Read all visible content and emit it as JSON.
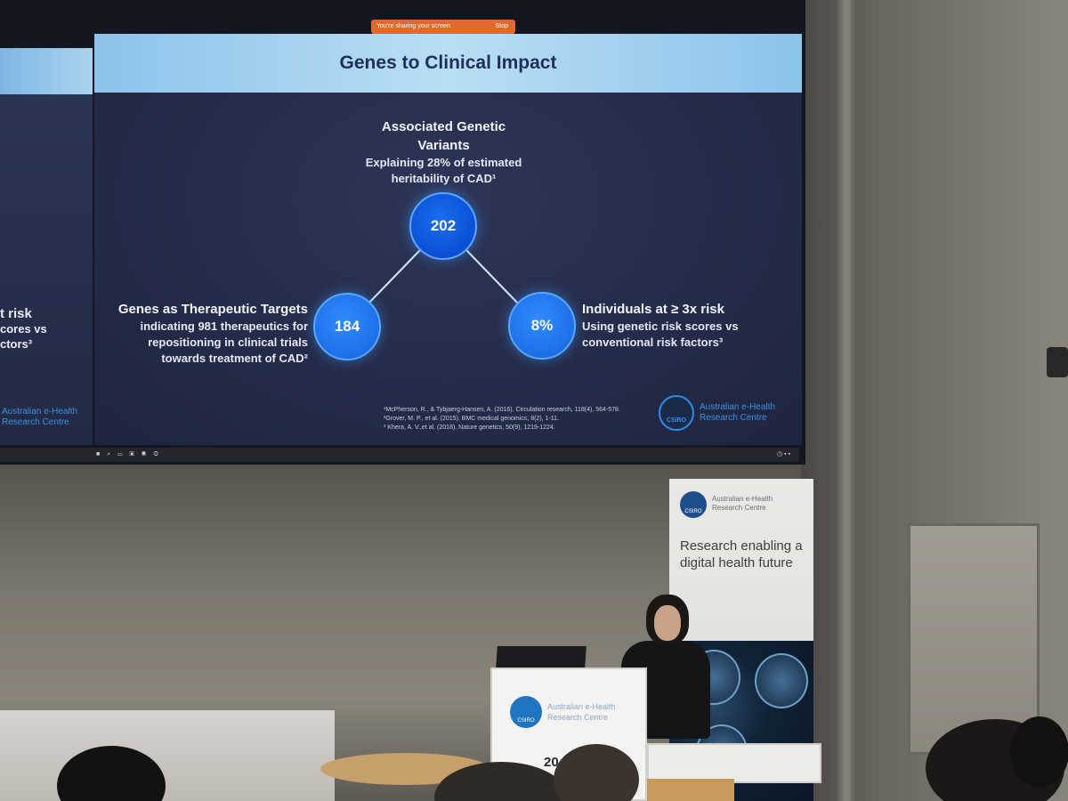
{
  "screen_share_bar": {
    "message": "You're sharing your screen",
    "stop_label": "Stop"
  },
  "previous_slide": {
    "fragment_1": "t risk",
    "fragment_2": "cores vs",
    "fragment_3": "ctors³",
    "org_line_1": "Australian e-Health",
    "org_line_2": "Research Centre"
  },
  "slide": {
    "title": "Genes to Clinical Impact",
    "top": {
      "value": "202",
      "heading_line_1": "Associated Genetic",
      "heading_line_2": "Variants",
      "sub_line_1": "Explaining 28% of estimated",
      "sub_line_2": "heritability of CAD¹"
    },
    "left": {
      "value": "184",
      "heading": "Genes as Therapeutic Targets",
      "sub_line_1": "indicating 981 therapeutics for",
      "sub_line_2": "repositioning in clinical trials",
      "sub_line_3": "towards treatment of CAD²"
    },
    "right": {
      "value": "8%",
      "heading": "Individuals at ≥ 3x risk",
      "sub_line_1": "Using genetic risk scores vs",
      "sub_line_2": "conventional risk factors³"
    },
    "references": [
      "¹McPherson, R., & Tybjaerg-Hansen, A. (2016). Circulation research, 118(4), 564-578.",
      "²Grover, M. P., et al. (2015). BMC medical genomics, 8(2), 1-11.",
      "³ Khera, A. V.,et al. (2018). Nature genetics, 50(9), 1219-1224."
    ],
    "logo_text": "CSIRO",
    "org_line_1": "Australian e-Health",
    "org_line_2": "Research Centre"
  },
  "banner": {
    "logo_text": "CSIRO",
    "org_line_1": "Australian e-Health",
    "org_line_2": "Research Centre",
    "tagline": "Research enabling a digital health future"
  },
  "podium": {
    "logo_text": "CSIRO",
    "org_line_1": "Australian e-Health",
    "org_line_2": "Research Centre",
    "year_fragment": "20"
  },
  "colors": {
    "slide_header": "#8cc3ea",
    "node": "#0b4fd6",
    "slide_bg": "#242b48"
  }
}
